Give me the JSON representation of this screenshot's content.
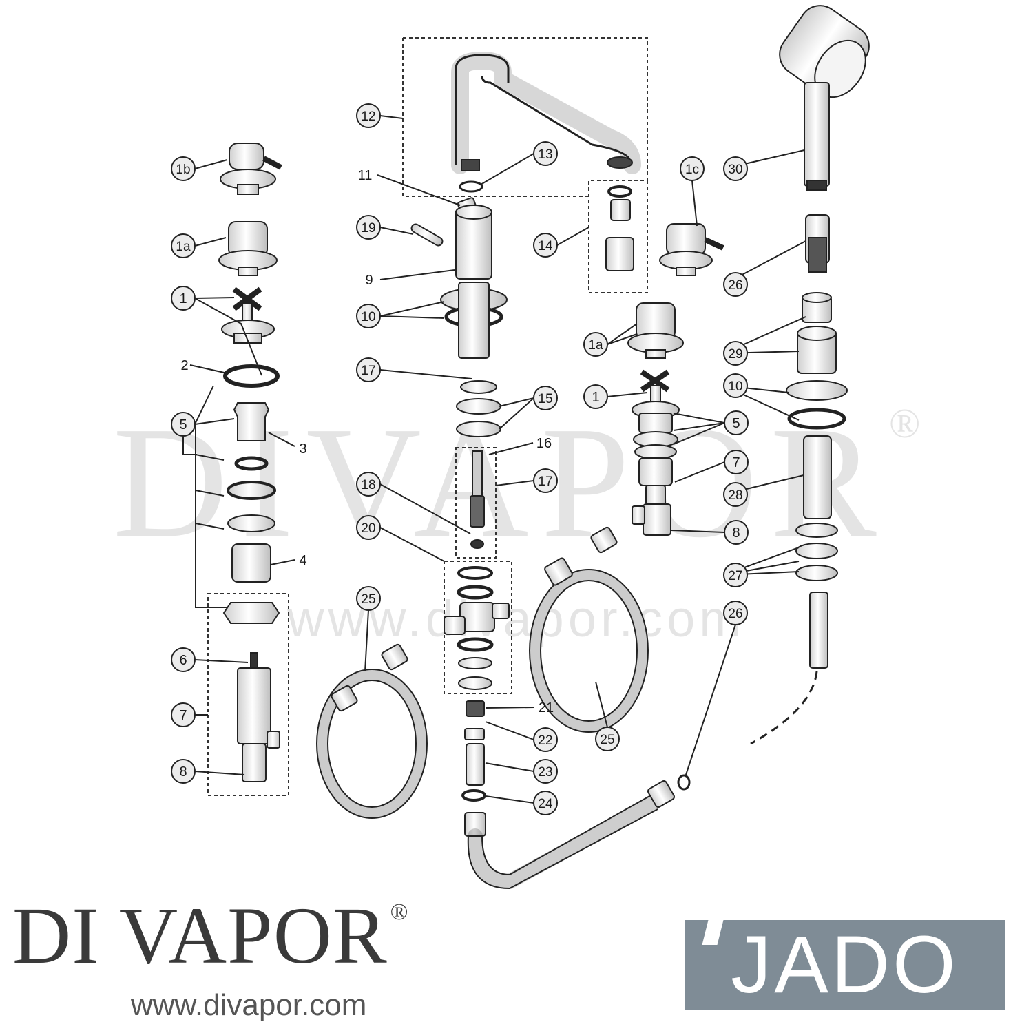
{
  "watermark": {
    "text": "DIVAPOR",
    "registered": "®",
    "url": "www.divapor.com"
  },
  "callouts": [
    "1b",
    "1a",
    "1",
    "2",
    "5",
    "3",
    "4",
    "6",
    "7",
    "8",
    "12",
    "13",
    "11",
    "19",
    "9",
    "10",
    "17",
    "15",
    "16",
    "17",
    "18",
    "20",
    "25",
    "21",
    "22",
    "23",
    "24",
    "14",
    "1c",
    "1a",
    "1",
    "5",
    "7",
    "8",
    "25",
    "30",
    "26",
    "29",
    "10",
    "28",
    "27",
    "26"
  ],
  "footer": {
    "brand": "DI VAPOR",
    "registered": "®",
    "url": "www.divapor.com",
    "partner_logo": "JADO"
  }
}
